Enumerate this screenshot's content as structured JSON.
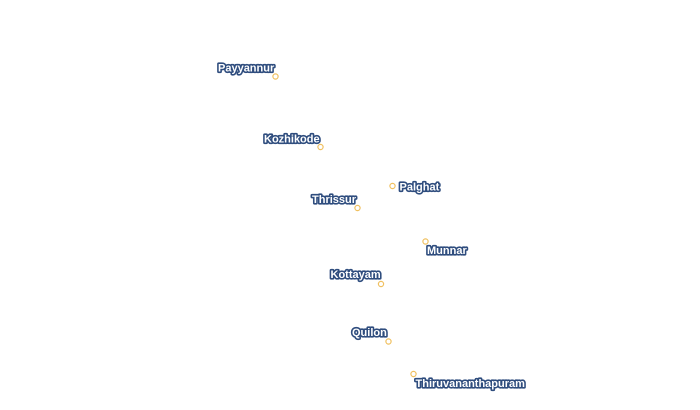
{
  "map": {
    "marker_color": "#f0c060",
    "label_fill": "#ffffff",
    "label_halo": "#2f4d7e",
    "cities": [
      {
        "name": "Payyannur",
        "lat": 12.1,
        "lon": 75.2
      },
      {
        "name": "Kozhikode",
        "lat": 11.25,
        "lon": 75.78
      },
      {
        "name": "Palghat",
        "lat": 10.78,
        "lon": 76.65
      },
      {
        "name": "Thrissur",
        "lat": 10.52,
        "lon": 76.21
      },
      {
        "name": "Munnar",
        "lat": 10.09,
        "lon": 77.06
      },
      {
        "name": "Kottayam",
        "lat": 9.59,
        "lon": 76.52
      },
      {
        "name": "Quilon",
        "lat": 8.89,
        "lon": 76.61
      },
      {
        "name": "Thiruvananthapuram",
        "lat": 8.52,
        "lon": 76.94
      }
    ]
  }
}
